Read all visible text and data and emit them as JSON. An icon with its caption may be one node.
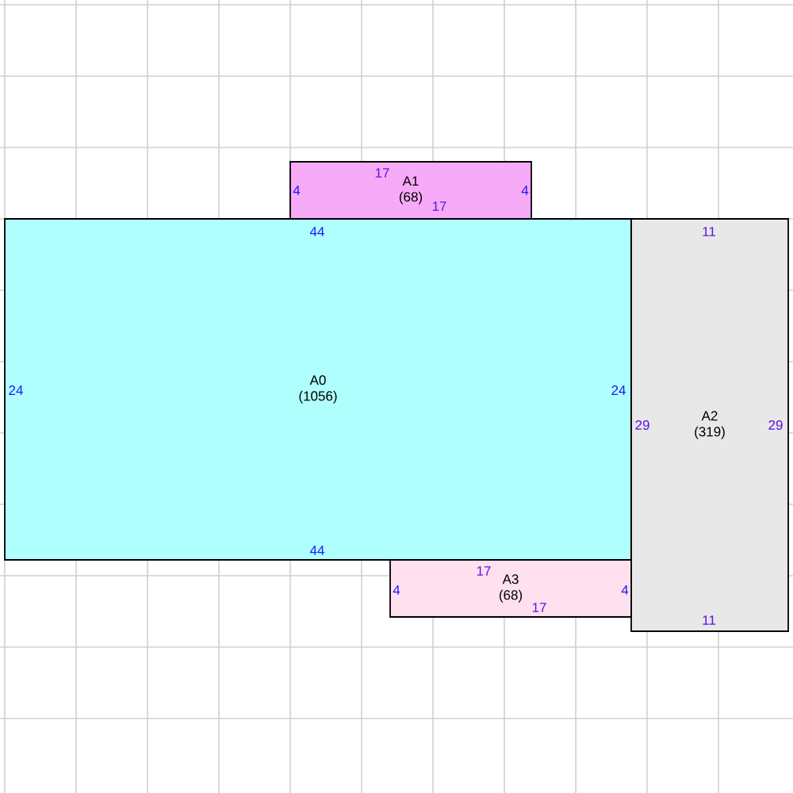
{
  "diagram": {
    "nodes": [
      {
        "text": [
          "A1",
          "(68)"
        ]
      },
      {
        "text": [
          "A0",
          "(1056)"
        ]
      },
      {
        "text": [
          "A2",
          "(319)"
        ]
      },
      {
        "text": [
          "A3",
          "(68)"
        ]
      }
    ],
    "labels": [
      "17",
      "4",
      "4",
      "17",
      "44",
      "11",
      "24",
      "24",
      "29",
      "29",
      "44",
      "17",
      "4",
      "4",
      "17",
      "11"
    ]
  }
}
